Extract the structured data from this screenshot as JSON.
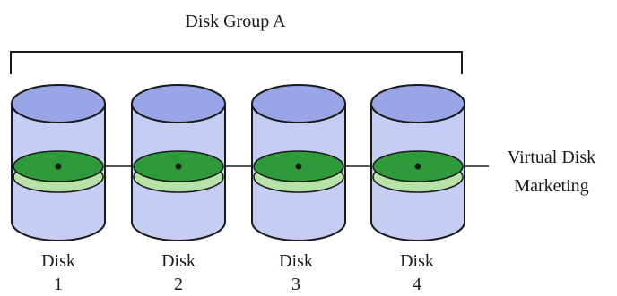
{
  "diagram": {
    "group_title": "Disk Group A",
    "virtual_disk": {
      "line1": "Virtual Disk",
      "line2": "Marketing"
    },
    "disks": [
      {
        "name": "Disk",
        "number": "1"
      },
      {
        "name": "Disk",
        "number": "2"
      },
      {
        "name": "Disk",
        "number": "3"
      },
      {
        "name": "Disk",
        "number": "4"
      }
    ]
  },
  "colors": {
    "cylinder_body": "#c5cdf4",
    "cylinder_top": "#98a6e8",
    "slice_dark": "#2f9a3b",
    "slice_light": "#b7e3a8",
    "outline": "#1a1a1a",
    "text": "#1a1a1a"
  }
}
